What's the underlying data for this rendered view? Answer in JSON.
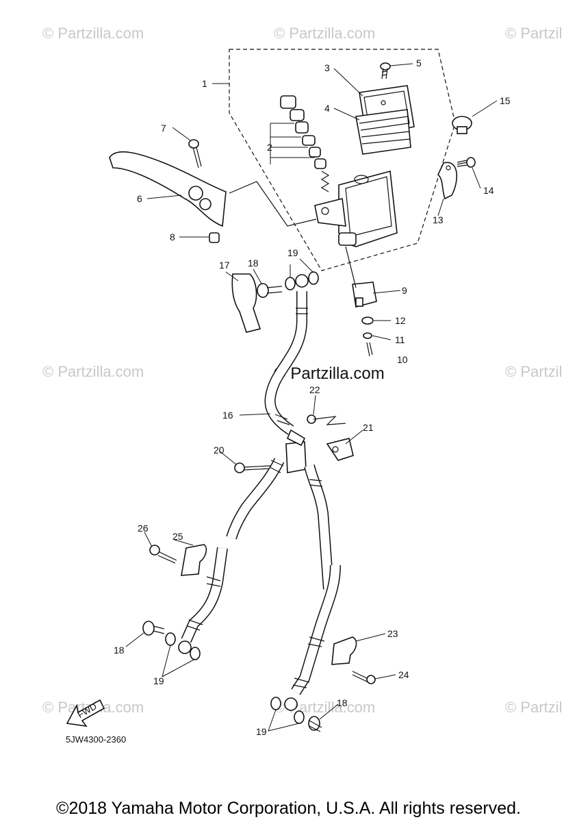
{
  "watermark": {
    "text": "© Partzilla.com",
    "short_text": "© Partzil",
    "center_text": "© Partzilla.com"
  },
  "callouts": {
    "c1": "1",
    "c2": "2",
    "c3": "3",
    "c4": "4",
    "c5": "5",
    "c6": "6",
    "c7": "7",
    "c8": "8",
    "c9": "9",
    "c10": "10",
    "c11": "11",
    "c12": "12",
    "c13": "13",
    "c14": "14",
    "c15": "15",
    "c16": "16",
    "c17": "17",
    "c18a": "18",
    "c18b": "18",
    "c18c": "18",
    "c19a": "19",
    "c19b": "19",
    "c19c": "19",
    "c20": "20",
    "c21": "21",
    "c22": "22",
    "c23": "23",
    "c24": "24",
    "c25": "25",
    "c26": "26"
  },
  "fwd_label": "FWD",
  "diagram_code": "5JW4300-2360",
  "copyright": "©2018 Yamaha Motor Corporation, U.S.A. All rights reserved."
}
